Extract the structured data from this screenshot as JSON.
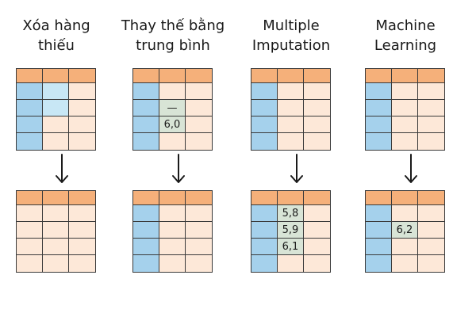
{
  "colors": {
    "header": "#f5b07a",
    "peach": "#fde8d8",
    "blue": "#a5d1ec",
    "light_blue": "#c8e7f5",
    "imputed": "#d8e4d6"
  },
  "methods": [
    {
      "title_lines": [
        "Xóa hàng",
        "thiếu"
      ],
      "before": {
        "cells": [
          [
            "header",
            "header",
            "header"
          ],
          [
            "blue",
            "light_blue",
            "peach"
          ],
          [
            "blue",
            "light_blue",
            "peach"
          ],
          [
            "blue",
            "peach",
            "peach"
          ],
          [
            "blue",
            "peach",
            "peach"
          ]
        ],
        "values": [
          [
            "",
            "",
            ""
          ],
          [
            "",
            "",
            ""
          ],
          [
            "",
            "",
            ""
          ],
          [
            "",
            "",
            ""
          ],
          [
            "",
            "",
            ""
          ]
        ]
      },
      "after": {
        "cells": [
          [
            "header",
            "header",
            "header"
          ],
          [
            "peach",
            "peach",
            "peach"
          ],
          [
            "peach",
            "peach",
            "peach"
          ],
          [
            "peach",
            "peach",
            "peach"
          ],
          [
            "peach",
            "peach",
            "peach"
          ]
        ],
        "values": [
          [
            "",
            "",
            ""
          ],
          [
            "",
            "",
            ""
          ],
          [
            "",
            "",
            ""
          ],
          [
            "",
            "",
            ""
          ],
          [
            "",
            "",
            ""
          ]
        ]
      }
    },
    {
      "title_lines": [
        "Thay thế bằng",
        "trung bình"
      ],
      "before": {
        "cells": [
          [
            "header",
            "header",
            "header"
          ],
          [
            "blue",
            "peach",
            "peach"
          ],
          [
            "blue",
            "imputed",
            "peach"
          ],
          [
            "blue",
            "imputed",
            "peach"
          ],
          [
            "blue",
            "peach",
            "peach"
          ]
        ],
        "values": [
          [
            "",
            "",
            ""
          ],
          [
            "",
            "",
            ""
          ],
          [
            "",
            "—",
            ""
          ],
          [
            "",
            "6,0",
            ""
          ],
          [
            "",
            "",
            ""
          ]
        ]
      },
      "after": {
        "cells": [
          [
            "header",
            "header",
            "header"
          ],
          [
            "blue",
            "peach",
            "peach"
          ],
          [
            "blue",
            "peach",
            "peach"
          ],
          [
            "blue",
            "peach",
            "peach"
          ],
          [
            "blue",
            "peach",
            "peach"
          ]
        ],
        "values": [
          [
            "",
            "",
            ""
          ],
          [
            "",
            "",
            ""
          ],
          [
            "",
            "",
            ""
          ],
          [
            "",
            "",
            ""
          ],
          [
            "",
            "",
            ""
          ]
        ]
      }
    },
    {
      "title_lines": [
        "Multiple",
        "Imputation"
      ],
      "before": {
        "cells": [
          [
            "header",
            "header",
            "header"
          ],
          [
            "blue",
            "peach",
            "peach"
          ],
          [
            "blue",
            "peach",
            "peach"
          ],
          [
            "blue",
            "peach",
            "peach"
          ],
          [
            "blue",
            "peach",
            "peach"
          ]
        ],
        "values": [
          [
            "",
            "",
            ""
          ],
          [
            "",
            "",
            ""
          ],
          [
            "",
            "",
            ""
          ],
          [
            "",
            "",
            ""
          ],
          [
            "",
            "",
            ""
          ]
        ]
      },
      "after": {
        "cells": [
          [
            "header",
            "header",
            "header"
          ],
          [
            "blue",
            "imputed",
            "peach"
          ],
          [
            "blue",
            "imputed",
            "peach"
          ],
          [
            "blue",
            "imputed",
            "peach"
          ],
          [
            "blue",
            "peach",
            "peach"
          ]
        ],
        "values": [
          [
            "",
            "",
            ""
          ],
          [
            "",
            "5,8",
            ""
          ],
          [
            "",
            "5,9",
            ""
          ],
          [
            "",
            "6,1",
            ""
          ],
          [
            "",
            "",
            ""
          ]
        ]
      }
    },
    {
      "title_lines": [
        "Machine",
        "Learning"
      ],
      "before": {
        "cells": [
          [
            "header",
            "header",
            "header"
          ],
          [
            "blue",
            "peach",
            "peach"
          ],
          [
            "blue",
            "peach",
            "peach"
          ],
          [
            "blue",
            "peach",
            "peach"
          ],
          [
            "blue",
            "peach",
            "peach"
          ]
        ],
        "values": [
          [
            "",
            "",
            ""
          ],
          [
            "",
            "",
            ""
          ],
          [
            "",
            "",
            ""
          ],
          [
            "",
            "",
            ""
          ],
          [
            "",
            "",
            ""
          ]
        ]
      },
      "after": {
        "cells": [
          [
            "header",
            "header",
            "header"
          ],
          [
            "blue",
            "peach",
            "peach"
          ],
          [
            "blue",
            "imputed",
            "peach"
          ],
          [
            "blue",
            "peach",
            "peach"
          ],
          [
            "blue",
            "peach",
            "peach"
          ]
        ],
        "values": [
          [
            "",
            "",
            ""
          ],
          [
            "",
            "",
            ""
          ],
          [
            "",
            "6,2",
            ""
          ],
          [
            "",
            "",
            ""
          ],
          [
            "",
            "",
            ""
          ]
        ]
      }
    }
  ]
}
